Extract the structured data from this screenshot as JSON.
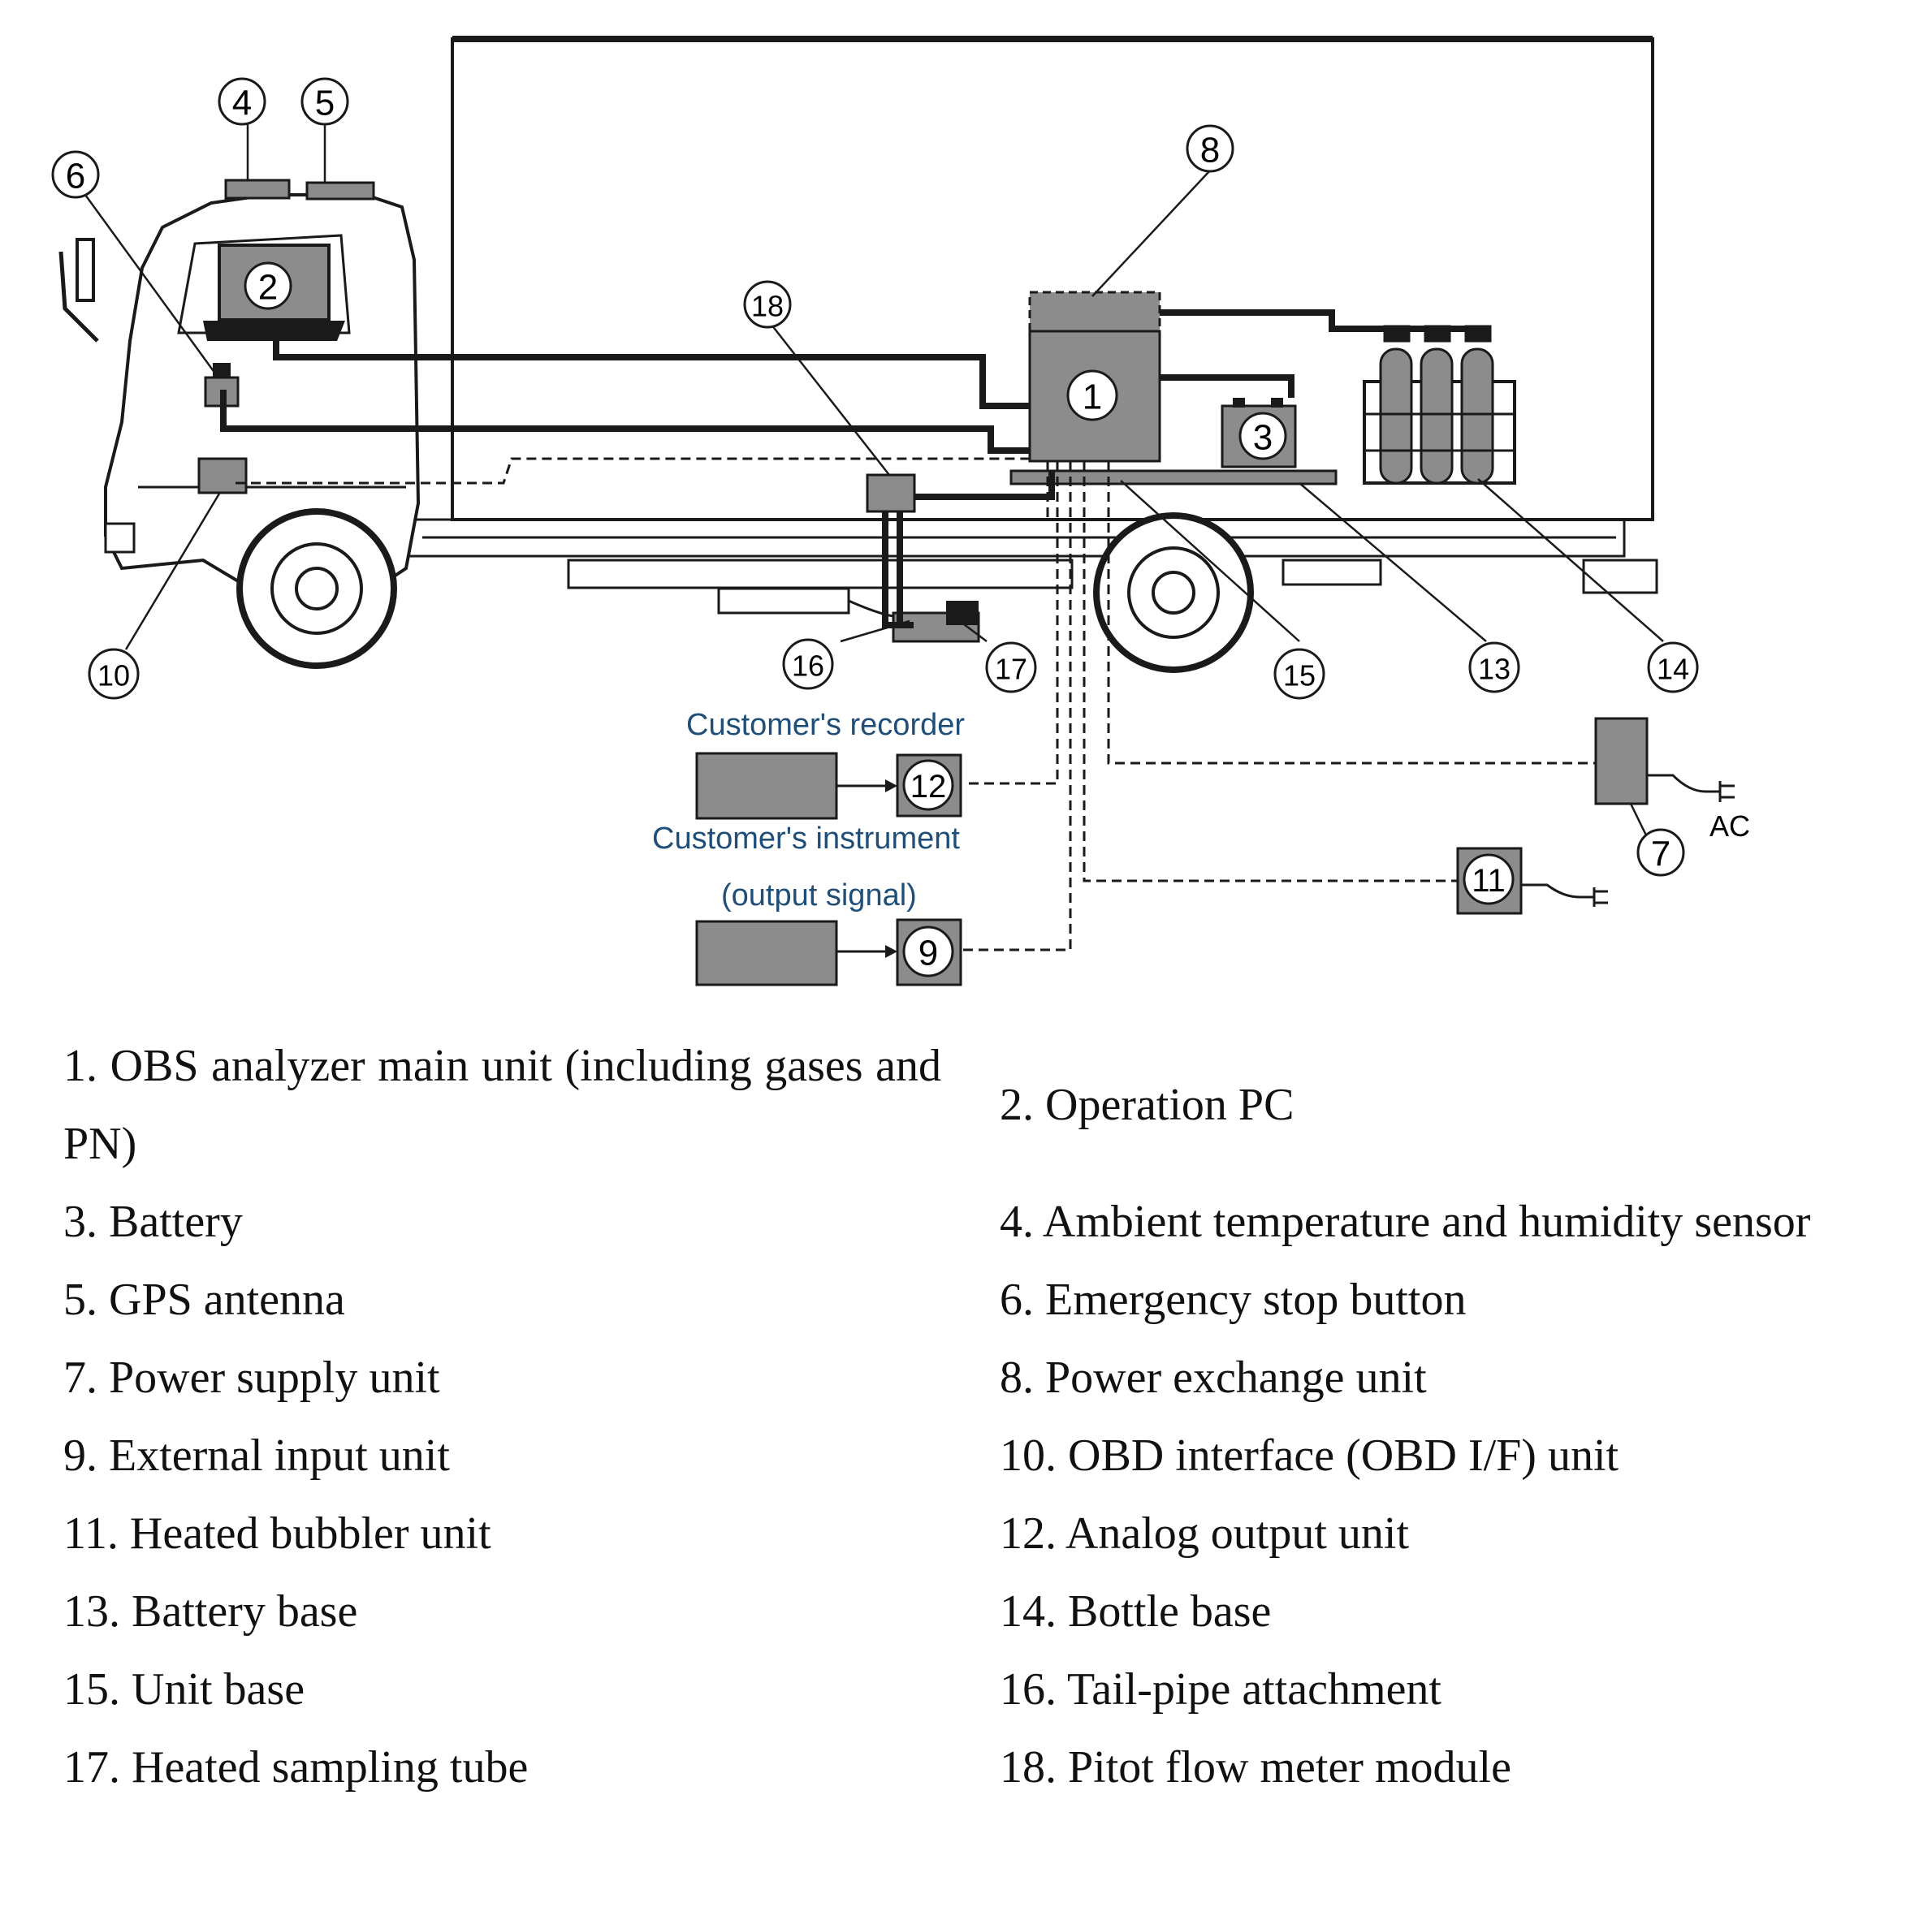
{
  "callouts": {
    "c1": "1",
    "c2": "2",
    "c3": "3",
    "c4": "4",
    "c5": "5",
    "c6": "6",
    "c7": "7",
    "c8": "8",
    "c9": "9",
    "c10": "10",
    "c11": "11",
    "c12": "12",
    "c13": "13",
    "c14": "14",
    "c15": "15",
    "c16": "16",
    "c17": "17",
    "c18": "18"
  },
  "labels": {
    "recorder": "Customer's recorder",
    "instrument": "Customer's instrument",
    "output_signal": "(output signal)",
    "ac": "AC"
  },
  "legend": [
    "1. OBS analyzer main unit (including gases and PN)",
    "2. Operation PC",
    "3. Battery",
    "4. Ambient temperature and humidity sensor",
    "5. GPS antenna",
    "6. Emergency stop button",
    "7. Power supply unit",
    "8. Power exchange unit",
    "9. External input unit",
    "10. OBD interface (OBD I/F) unit",
    "11. Heated bubbler unit",
    "12. Analog output unit",
    "13. Battery base",
    "14. Bottle base",
    "15. Unit base",
    "16. Tail-pipe attachment",
    "17. Heated sampling tube",
    "18. Pitot flow meter module"
  ],
  "colors": {
    "unit_fill": "#8c8c8c",
    "line": "#1a1a1a",
    "label_blue": "#1f4e79"
  }
}
